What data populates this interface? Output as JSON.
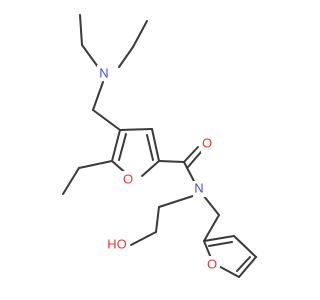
{
  "colors": {
    "bond": "#3a3a3a",
    "nitrogen": "#3f51d8",
    "oxygen": "#e53935",
    "background": "#ffffff"
  },
  "atoms": {
    "amine_n": "N",
    "amide_n": "N",
    "carbonyl_o": "O",
    "furan_o_main": "O",
    "furan_o_side": "O",
    "hydroxyl": "HO"
  }
}
